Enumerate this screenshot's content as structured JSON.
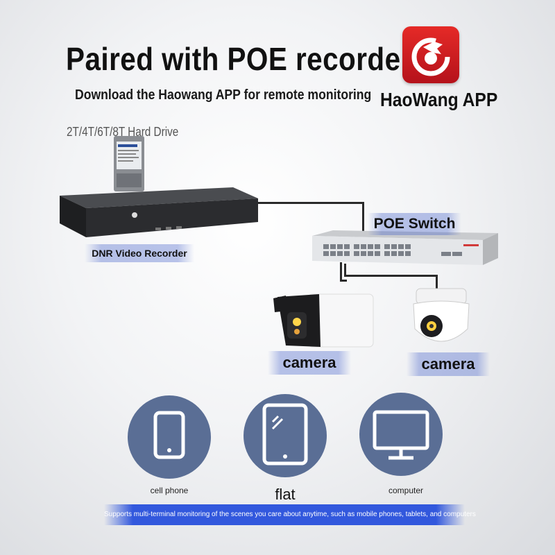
{
  "header": {
    "title": "Paired with POE recorder",
    "subtitle": "Download the Haowang APP for remote monitoring"
  },
  "app": {
    "label": "HaoWang APP",
    "icon": "haowang-app-icon",
    "color": "#d81e22"
  },
  "diagram": {
    "hard_drive_label": "2T/4T/6T/8T Hard Drive",
    "recorder_label": "DNR Video Recorder",
    "switch_label": "POE Switch",
    "camera_labels": [
      "camera",
      "camera"
    ]
  },
  "devices": [
    {
      "label": "cell phone",
      "icon": "cell-phone-icon"
    },
    {
      "label": "flat",
      "icon": "tablet-icon"
    },
    {
      "label": "computer",
      "icon": "monitor-icon"
    }
  ],
  "footer": {
    "banner": "Supports multi-terminal monitoring of the scenes you care about anytime, such as mobile phones, tablets, and computers",
    "accent": "#2850dc"
  }
}
